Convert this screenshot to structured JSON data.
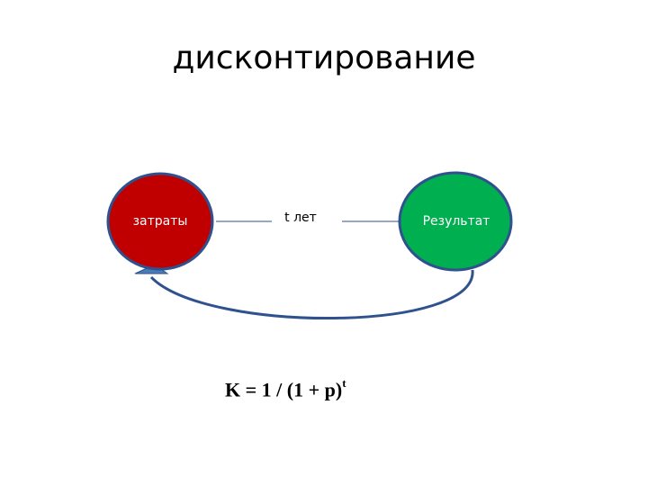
{
  "title": "дисконтирование",
  "nodes": {
    "left": {
      "label": "затраты",
      "fill": "#c00000",
      "stroke": "#2f528f"
    },
    "middle": {
      "label": "t лет"
    },
    "right": {
      "label": "Результат",
      "fill": "#00b050",
      "stroke": "#2f528f"
    }
  },
  "connector": {
    "color": "#2f528f"
  },
  "formula": {
    "base": "K = 1 / (1 + p)",
    "exponent": "t"
  }
}
